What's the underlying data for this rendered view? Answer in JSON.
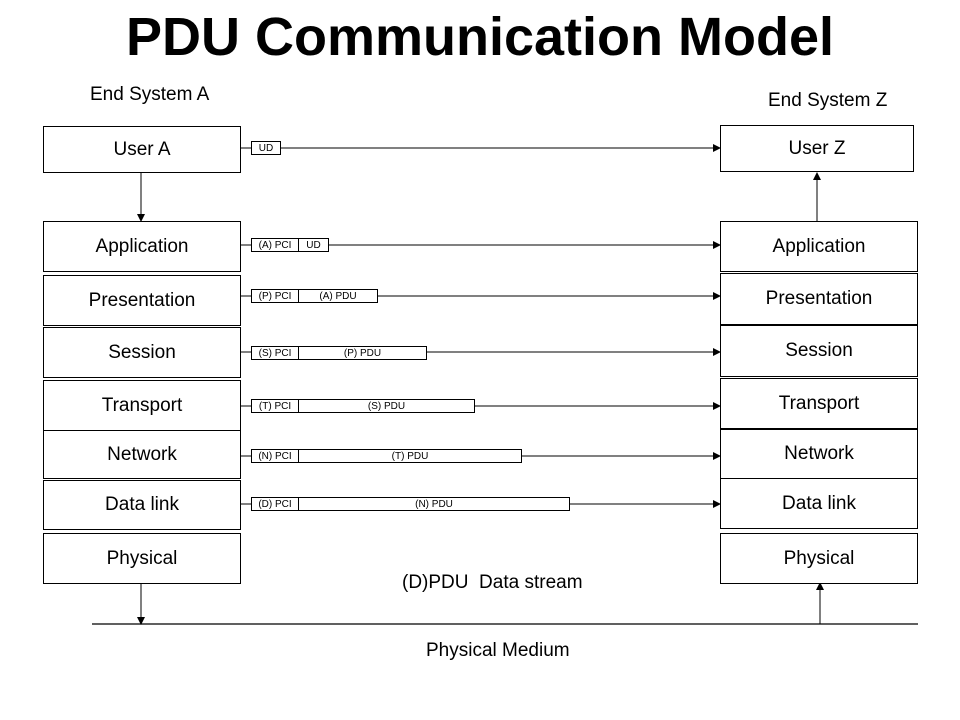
{
  "title": "PDU Communication Model",
  "end_system_a": "End System A",
  "end_system_z": "End System Z",
  "user_a": "User A",
  "user_z": "User Z",
  "layers_a": [
    "Application",
    "Presentation",
    "Session",
    "Transport",
    "Network",
    "Data link",
    "Physical"
  ],
  "layers_z": [
    "Application",
    "Presentation",
    "Session",
    "Transport",
    "Network",
    "Data link",
    "Physical"
  ],
  "pdus": [
    {
      "pci": "",
      "payload": "UD"
    },
    {
      "pci": "(A) PCI",
      "payload": "UD"
    },
    {
      "pci": "(P) PCI",
      "payload": "(A) PDU"
    },
    {
      "pci": "(S) PCI",
      "payload": "(P) PDU"
    },
    {
      "pci": "(T) PCI",
      "payload": "(S) PDU"
    },
    {
      "pci": "(N) PCI",
      "payload": "(T) PDU"
    },
    {
      "pci": "(D) PCI",
      "payload": "(N) PDU"
    }
  ],
  "data_stream": "(D)PDU  Data stream",
  "physical_medium": "Physical Medium"
}
